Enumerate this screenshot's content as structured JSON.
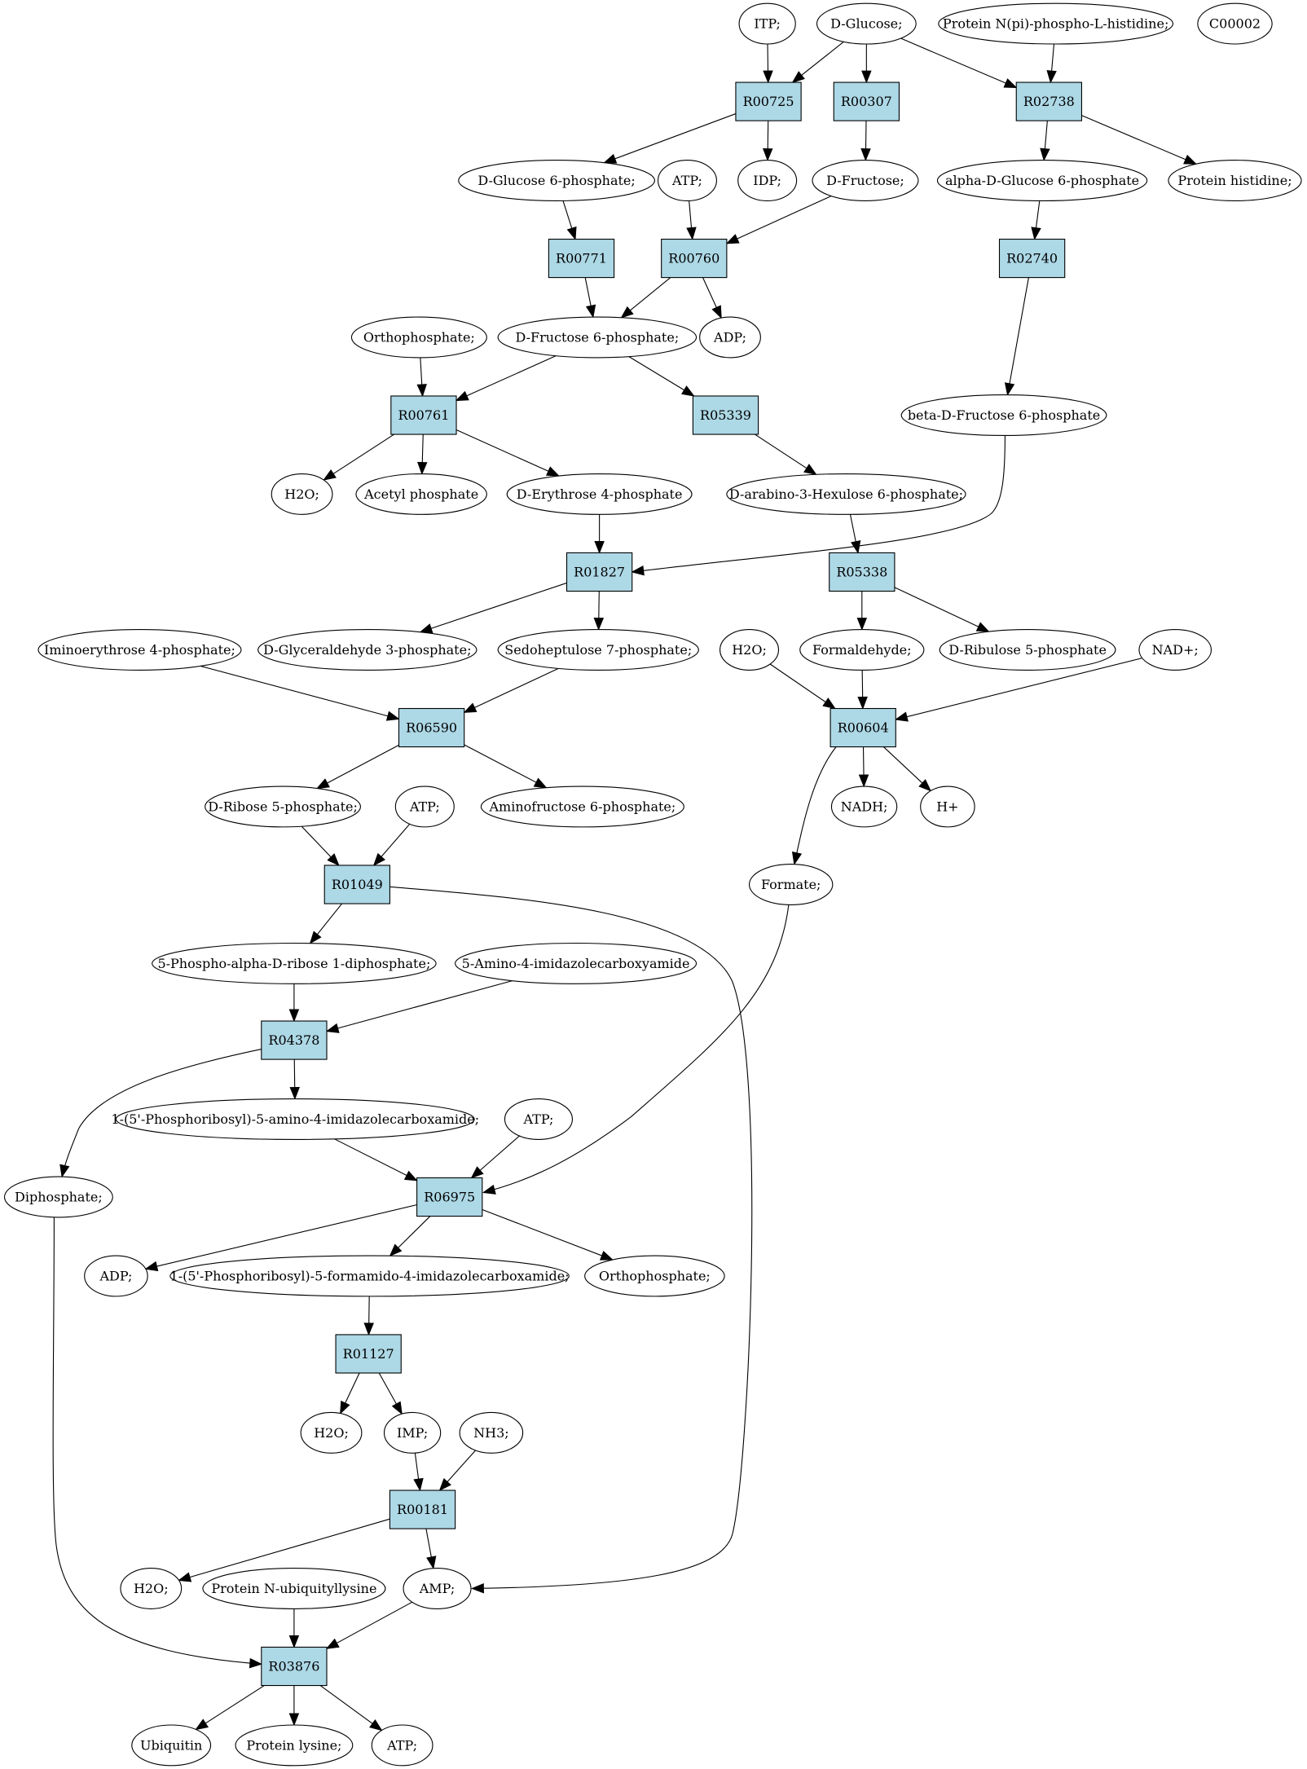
{
  "colors": {
    "reaction_fill": "#add8e6",
    "compound_fill": "#ffffff",
    "start_fill": "#00e600",
    "highlight_fill": "#ffff00",
    "stroke": "#000000"
  },
  "nodes": [
    {
      "id": "ITP",
      "label": "ITP;",
      "kind": "compound"
    },
    {
      "id": "DGLC",
      "label": "D-Glucose;",
      "kind": "start"
    },
    {
      "id": "PNPH",
      "label": "Protein N(pi)-phospho-L-histidine;",
      "kind": "compound"
    },
    {
      "id": "C00002",
      "label": "C00002",
      "kind": "highlight"
    },
    {
      "id": "R00725",
      "label": "R00725",
      "kind": "reaction"
    },
    {
      "id": "R00307",
      "label": "R00307",
      "kind": "reaction"
    },
    {
      "id": "R02738",
      "label": "R02738",
      "kind": "reaction"
    },
    {
      "id": "DG6P",
      "label": "D-Glucose 6-phosphate;",
      "kind": "compound"
    },
    {
      "id": "ATP1",
      "label": "ATP;",
      "kind": "compound"
    },
    {
      "id": "IDP",
      "label": "IDP;",
      "kind": "compound"
    },
    {
      "id": "DFRU",
      "label": "D-Fructose;",
      "kind": "compound"
    },
    {
      "id": "AG6P",
      "label": "alpha-D-Glucose 6-phosphate",
      "kind": "compound"
    },
    {
      "id": "PHIS",
      "label": "Protein histidine;",
      "kind": "compound"
    },
    {
      "id": "R00771",
      "label": "R00771",
      "kind": "reaction"
    },
    {
      "id": "R00760",
      "label": "R00760",
      "kind": "reaction"
    },
    {
      "id": "R02740",
      "label": "R02740",
      "kind": "reaction"
    },
    {
      "id": "ORTHO1",
      "label": "Orthophosphate;",
      "kind": "compound"
    },
    {
      "id": "DF6P",
      "label": "D-Fructose 6-phosphate;",
      "kind": "compound"
    },
    {
      "id": "ADP1",
      "label": "ADP;",
      "kind": "compound"
    },
    {
      "id": "R00761",
      "label": "R00761",
      "kind": "reaction"
    },
    {
      "id": "R05339",
      "label": "R05339",
      "kind": "reaction"
    },
    {
      "id": "BDF6P",
      "label": "beta-D-Fructose 6-phosphate",
      "kind": "compound"
    },
    {
      "id": "H2O1",
      "label": "H2O;",
      "kind": "compound"
    },
    {
      "id": "ACP",
      "label": "Acetyl phosphate",
      "kind": "compound"
    },
    {
      "id": "DE4P",
      "label": "D-Erythrose 4-phosphate",
      "kind": "compound"
    },
    {
      "id": "DA3H6P",
      "label": "D-arabino-3-Hexulose 6-phosphate;",
      "kind": "compound"
    },
    {
      "id": "R01827",
      "label": "R01827",
      "kind": "reaction"
    },
    {
      "id": "R05338",
      "label": "R05338",
      "kind": "reaction"
    },
    {
      "id": "IE4P",
      "label": "Iminoerythrose 4-phosphate;",
      "kind": "compound"
    },
    {
      "id": "DGA3P",
      "label": "D-Glyceraldehyde 3-phosphate;",
      "kind": "compound"
    },
    {
      "id": "S7P",
      "label": "Sedoheptulose 7-phosphate;",
      "kind": "compound"
    },
    {
      "id": "H2O2",
      "label": "H2O;",
      "kind": "compound"
    },
    {
      "id": "FORMAL",
      "label": "Formaldehyde;",
      "kind": "compound"
    },
    {
      "id": "DRU5P",
      "label": "D-Ribulose 5-phosphate",
      "kind": "compound"
    },
    {
      "id": "NAD",
      "label": "NAD+;",
      "kind": "compound"
    },
    {
      "id": "R06590",
      "label": "R06590",
      "kind": "reaction"
    },
    {
      "id": "R00604",
      "label": "R00604",
      "kind": "reaction"
    },
    {
      "id": "DR5P",
      "label": "D-Ribose 5-phosphate;",
      "kind": "compound"
    },
    {
      "id": "ATP2",
      "label": "ATP;",
      "kind": "compound"
    },
    {
      "id": "AF6P",
      "label": "Aminofructose 6-phosphate;",
      "kind": "compound"
    },
    {
      "id": "NADH",
      "label": "NADH;",
      "kind": "compound"
    },
    {
      "id": "HPLUS",
      "label": "H+",
      "kind": "compound"
    },
    {
      "id": "R01049",
      "label": "R01049",
      "kind": "reaction"
    },
    {
      "id": "FORMATE",
      "label": "Formate;",
      "kind": "compound"
    },
    {
      "id": "PRPP",
      "label": "5-Phospho-alpha-D-ribose 1-diphosphate;",
      "kind": "compound"
    },
    {
      "id": "AICA",
      "label": "5-Amino-4-imidazolecarboxyamide",
      "kind": "compound"
    },
    {
      "id": "R04378",
      "label": "R04378",
      "kind": "reaction"
    },
    {
      "id": "AICAR",
      "label": "1-(5'-Phosphoribosyl)-5-amino-4-imidazolecarboxamide;",
      "kind": "compound"
    },
    {
      "id": "ATP3",
      "label": "ATP;",
      "kind": "compound"
    },
    {
      "id": "DIPHOS",
      "label": "Diphosphate;",
      "kind": "compound"
    },
    {
      "id": "R06975",
      "label": "R06975",
      "kind": "reaction"
    },
    {
      "id": "ADP2",
      "label": "ADP;",
      "kind": "compound"
    },
    {
      "id": "FAICAR",
      "label": "1-(5'-Phosphoribosyl)-5-formamido-4-imidazolecarboxamide;",
      "kind": "compound"
    },
    {
      "id": "ORTHO2",
      "label": "Orthophosphate;",
      "kind": "compound"
    },
    {
      "id": "R01127",
      "label": "R01127",
      "kind": "reaction"
    },
    {
      "id": "H2O3",
      "label": "H2O;",
      "kind": "compound"
    },
    {
      "id": "IMP",
      "label": "IMP;",
      "kind": "compound"
    },
    {
      "id": "NH3",
      "label": "NH3;",
      "kind": "compound"
    },
    {
      "id": "R00181",
      "label": "R00181",
      "kind": "reaction"
    },
    {
      "id": "H2O4",
      "label": "H2O;",
      "kind": "compound"
    },
    {
      "id": "PNUL",
      "label": "Protein N-ubiquityllysine",
      "kind": "compound"
    },
    {
      "id": "AMP",
      "label": "AMP;",
      "kind": "compound"
    },
    {
      "id": "R03876",
      "label": "R03876",
      "kind": "reaction"
    },
    {
      "id": "UBQ",
      "label": "Ubiquitin",
      "kind": "compound"
    },
    {
      "id": "PLYS",
      "label": "Protein lysine;",
      "kind": "compound"
    },
    {
      "id": "ATP4",
      "label": "ATP;",
      "kind": "compound"
    }
  ],
  "edges": [
    [
      "ITP",
      "R00725"
    ],
    [
      "DGLC",
      "R00725"
    ],
    [
      "DGLC",
      "R00307"
    ],
    [
      "DGLC",
      "R02738"
    ],
    [
      "PNPH",
      "R02738"
    ],
    [
      "R00725",
      "DG6P"
    ],
    [
      "R00725",
      "IDP"
    ],
    [
      "R00307",
      "DFRU"
    ],
    [
      "R02738",
      "AG6P"
    ],
    [
      "R02738",
      "PHIS"
    ],
    [
      "DG6P",
      "R00771"
    ],
    [
      "ATP1",
      "R00760"
    ],
    [
      "DFRU",
      "R00760"
    ],
    [
      "AG6P",
      "R02740"
    ],
    [
      "R00771",
      "DF6P"
    ],
    [
      "R00760",
      "DF6P"
    ],
    [
      "R00760",
      "ADP1"
    ],
    [
      "R02740",
      "BDF6P"
    ],
    [
      "ORTHO1",
      "R00761"
    ],
    [
      "DF6P",
      "R00761"
    ],
    [
      "DF6P",
      "R05339"
    ],
    [
      "R00761",
      "H2O1"
    ],
    [
      "R00761",
      "ACP"
    ],
    [
      "R00761",
      "DE4P"
    ],
    [
      "R05339",
      "DA3H6P"
    ],
    [
      "DE4P",
      "R01827"
    ],
    [
      "BDF6P",
      "R01827"
    ],
    [
      "DA3H6P",
      "R05338"
    ],
    [
      "R01827",
      "DGA3P"
    ],
    [
      "R01827",
      "S7P"
    ],
    [
      "R05338",
      "FORMAL"
    ],
    [
      "R05338",
      "DRU5P"
    ],
    [
      "IE4P",
      "R06590"
    ],
    [
      "S7P",
      "R06590"
    ],
    [
      "H2O2",
      "R00604"
    ],
    [
      "FORMAL",
      "R00604"
    ],
    [
      "NAD",
      "R00604"
    ],
    [
      "R06590",
      "DR5P"
    ],
    [
      "R06590",
      "AF6P"
    ],
    [
      "R00604",
      "NADH"
    ],
    [
      "R00604",
      "HPLUS"
    ],
    [
      "R00604",
      "FORMATE"
    ],
    [
      "DR5P",
      "R01049"
    ],
    [
      "ATP2",
      "R01049"
    ],
    [
      "R01049",
      "PRPP"
    ],
    [
      "R01049",
      "AMP"
    ],
    [
      "PRPP",
      "R04378"
    ],
    [
      "AICA",
      "R04378"
    ],
    [
      "R04378",
      "AICAR"
    ],
    [
      "R04378",
      "DIPHOS"
    ],
    [
      "AICAR",
      "R06975"
    ],
    [
      "ATP3",
      "R06975"
    ],
    [
      "FORMATE",
      "R06975"
    ],
    [
      "R06975",
      "ADP2"
    ],
    [
      "R06975",
      "FAICAR"
    ],
    [
      "R06975",
      "ORTHO2"
    ],
    [
      "FAICAR",
      "R01127"
    ],
    [
      "R01127",
      "H2O3"
    ],
    [
      "R01127",
      "IMP"
    ],
    [
      "IMP",
      "R00181"
    ],
    [
      "NH3",
      "R00181"
    ],
    [
      "R00181",
      "H2O4"
    ],
    [
      "R00181",
      "AMP"
    ],
    [
      "PNUL",
      "R03876"
    ],
    [
      "AMP",
      "R03876"
    ],
    [
      "DIPHOS",
      "R03876"
    ],
    [
      "R03876",
      "UBQ"
    ],
    [
      "R03876",
      "PLYS"
    ],
    [
      "R03876",
      "ATP4"
    ]
  ]
}
